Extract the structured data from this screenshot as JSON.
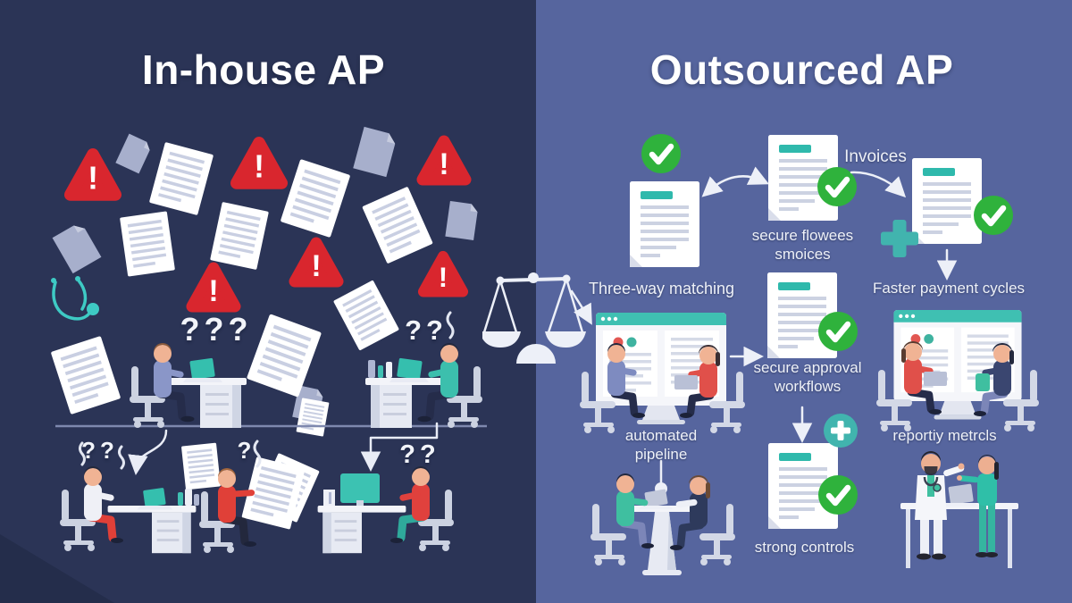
{
  "left": {
    "title": "In-house AP",
    "warning_glyph": "!",
    "qmarks": [
      "???",
      "??",
      "??",
      "?",
      "??"
    ]
  },
  "right": {
    "title": "Outsourced AP",
    "labels": {
      "invoices": "Invoices",
      "secure_flows": "secure flowees smoices",
      "three_way": "Three-way matching",
      "faster_payments": "Faster payment cycles",
      "approval": "secure approval workflows",
      "automated": "automated pipeline",
      "reporting": "reportiy metrcls",
      "controls": "strong controls"
    }
  },
  "colors": {
    "left_bg": "#2b3456",
    "right_bg": "#56659e",
    "alert_red": "#d9262e",
    "check_green": "#2fb23c",
    "teal": "#3fbfb2",
    "doc_header_teal": "#2fb9ac",
    "doc_white": "#ffffff",
    "text_light": "#eef1f8"
  },
  "icons": {
    "warning-icon": "red rounded triangle with exclamation",
    "check-icon": "green circle with white checkmark",
    "plus-icon": "teal plus sign",
    "plus-badge-icon": "teal circle with white plus",
    "scale-icon": "white balance scale",
    "document-icon": "white lined document",
    "sheet-icon": "blank lavender paper sheet",
    "stethoscope-icon": "teal stethoscope",
    "browser-window-icon": "app window with teal title bar",
    "arrow-icon": "white flow arrow"
  }
}
